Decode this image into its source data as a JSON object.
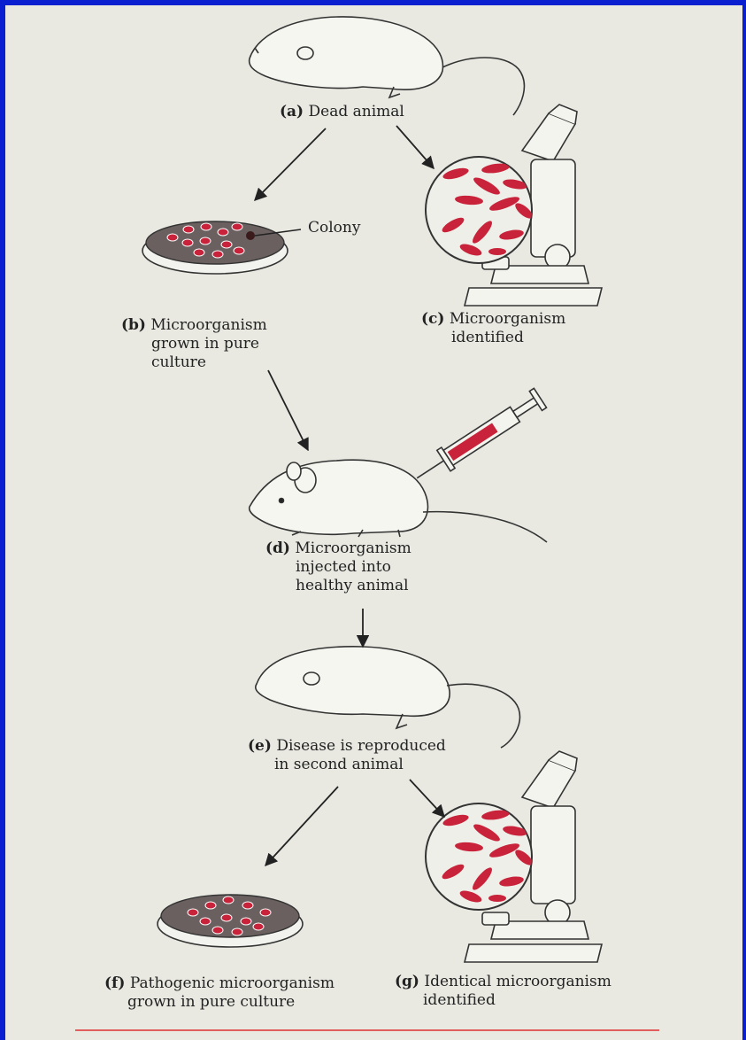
{
  "labels": {
    "a": {
      "letter": "(a)",
      "text": "Dead animal"
    },
    "b": {
      "letter": "(b)",
      "line1": "Microorganism",
      "line2": "grown in pure",
      "line3": "culture"
    },
    "c": {
      "letter": "(c)",
      "line1": "Microorganism",
      "line2": "identified"
    },
    "d": {
      "letter": "(d)",
      "line1": "Microorganism",
      "line2": "injected into",
      "line3": "healthy animal"
    },
    "e": {
      "letter": "(e)",
      "line1": "Disease is reproduced",
      "line2": "in second animal"
    },
    "f": {
      "letter": "(f)",
      "line1": "Pathogenic microorganism",
      "line2": "grown in pure culture"
    },
    "g": {
      "letter": "(g)",
      "line1": "Identical microorganism",
      "line2": "identified"
    },
    "colony": "Colony"
  },
  "colors": {
    "background": "#0a1fd0",
    "paper": "#e9e9e2",
    "microbe": "#c8233a",
    "agar": "#6b6060",
    "line": "#222222",
    "rule": "#e03030"
  }
}
